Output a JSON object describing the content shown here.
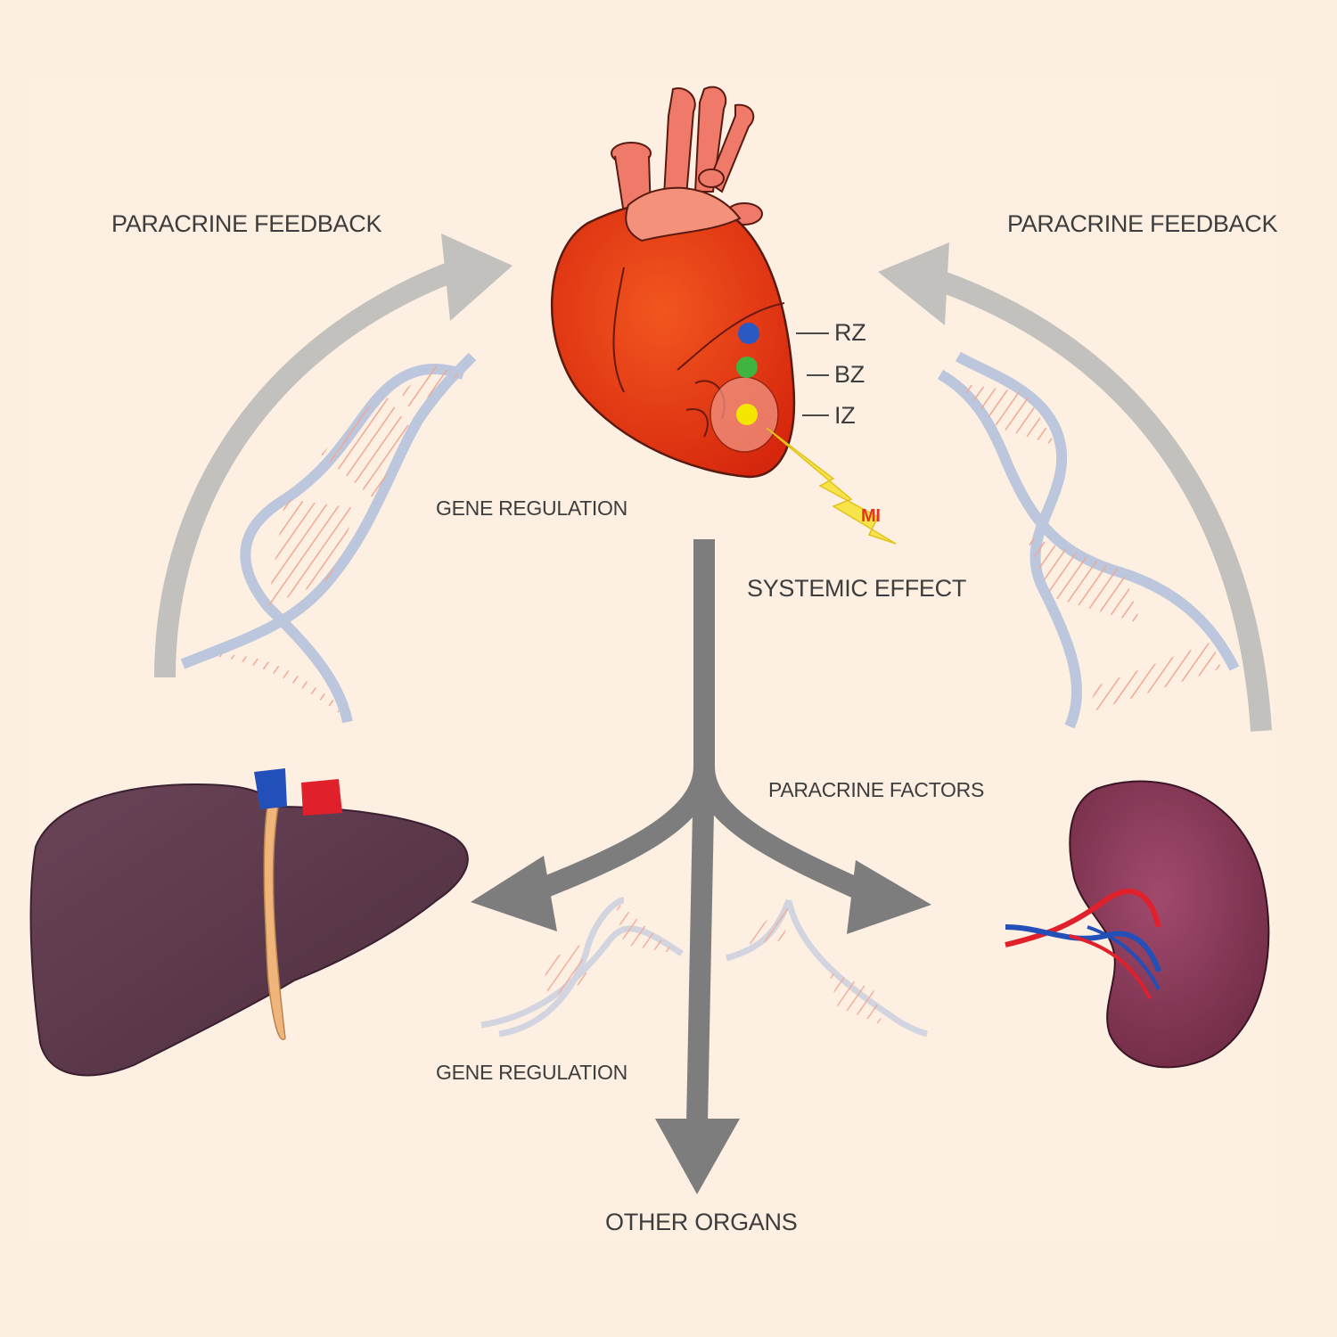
{
  "labels": {
    "paracrine_feedback_left": "PARACRINE FEEDBACK",
    "paracrine_feedback_right": "PARACRINE FEEDBACK",
    "gene_regulation_top": "GENE REGULATION",
    "gene_regulation_bottom": "GENE REGULATION",
    "systemic_effect": "SYSTEMIC EFFECT",
    "paracrine_factors": "PARACRINE FACTORS",
    "other_organs": "OTHER ORGANS",
    "mi": "MI"
  },
  "zones": [
    {
      "label": "RZ",
      "color": "#2b59c3"
    },
    {
      "label": "BZ",
      "color": "#3fb43f"
    },
    {
      "label": "IZ",
      "color": "#f5e600"
    }
  ],
  "colors": {
    "background": "#fcefe0",
    "arrow_gray": "#7d7d7d",
    "feedback_arrow": "#bdbdbd",
    "heart": "#e83515",
    "liver": "#5a3748",
    "kidney": "#7d3350",
    "bolt": "#f7e34a"
  }
}
